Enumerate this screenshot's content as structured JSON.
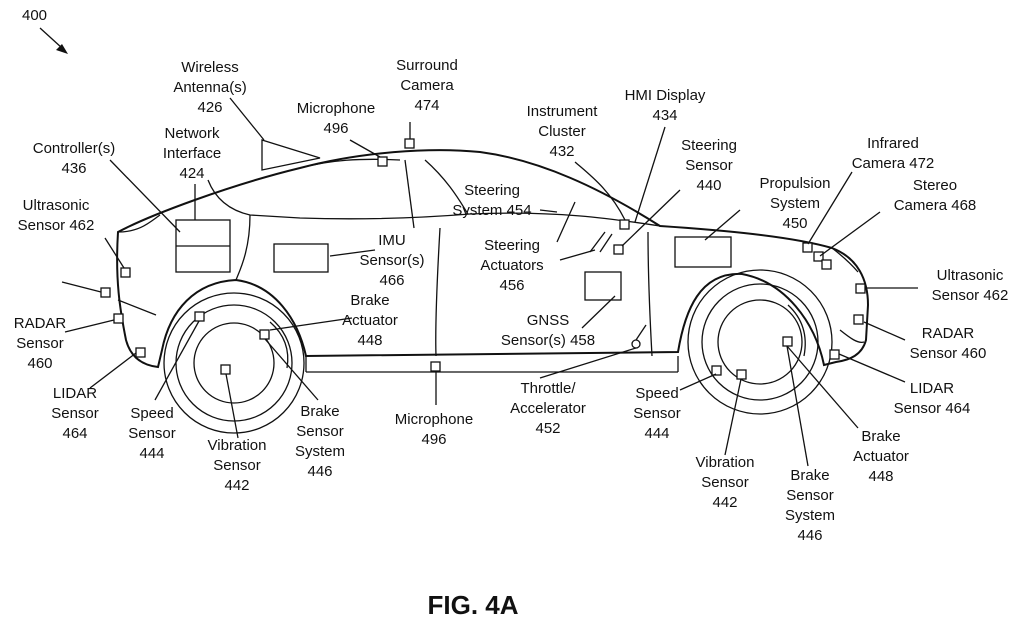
{
  "figure_ref": "400",
  "figure_caption": "FIG. 4A",
  "labels": {
    "wireless_antenna": [
      "Wireless",
      "Antenna(s)",
      "426"
    ],
    "surround_camera": [
      "Surround",
      "Camera",
      "474"
    ],
    "microphone_top": [
      "Microphone",
      "496"
    ],
    "network_interface": [
      "Network",
      "Interface",
      "424"
    ],
    "controllers": [
      "Controller(s)",
      "436"
    ],
    "ultrasonic_left": [
      "Ultrasonic",
      "Sensor 462"
    ],
    "instrument_cluster": [
      "Instrument",
      "Cluster",
      "432"
    ],
    "hmi_display": [
      "HMI Display",
      "434"
    ],
    "steering_sensor": [
      "Steering",
      "Sensor",
      "440"
    ],
    "infrared_camera": [
      "Infrared",
      "Camera 472"
    ],
    "propulsion_system": [
      "Propulsion",
      "System",
      "450"
    ],
    "stereo_camera": [
      "Stereo",
      "Camera 468"
    ],
    "steering_system": [
      "Steering",
      "System 454"
    ],
    "steering_actuators": [
      "Steering",
      "Actuators",
      "456"
    ],
    "imu_sensors": [
      "IMU",
      "Sensor(s)",
      "466"
    ],
    "brake_actuator_left": [
      "Brake",
      "Actuator",
      "448"
    ],
    "ultrasonic_right": [
      "Ultrasonic",
      "Sensor 462"
    ],
    "radar_left": [
      "RADAR",
      "Sensor",
      "460"
    ],
    "gnss_sensors": [
      "GNSS",
      "Sensor(s) 458"
    ],
    "radar_right": [
      "RADAR",
      "Sensor 460"
    ],
    "lidar_left": [
      "LIDAR",
      "Sensor",
      "464"
    ],
    "speed_sensor_left": [
      "Speed",
      "Sensor",
      "444"
    ],
    "vibration_sensor_left": [
      "Vibration",
      "Sensor",
      "442"
    ],
    "brake_sensor_system_left": [
      "Brake",
      "Sensor",
      "System",
      "446"
    ],
    "microphone_bottom": [
      "Microphone",
      "496"
    ],
    "throttle": [
      "Throttle/",
      "Accelerator",
      "452"
    ],
    "speed_sensor_right": [
      "Speed",
      "Sensor",
      "444"
    ],
    "lidar_right": [
      "LIDAR",
      "Sensor 464"
    ],
    "brake_actuator_right": [
      "Brake",
      "Actuator",
      "448"
    ],
    "vibration_sensor_right": [
      "Vibration",
      "Sensor",
      "442"
    ],
    "brake_sensor_system_right": [
      "Brake",
      "Sensor",
      "System",
      "446"
    ]
  }
}
